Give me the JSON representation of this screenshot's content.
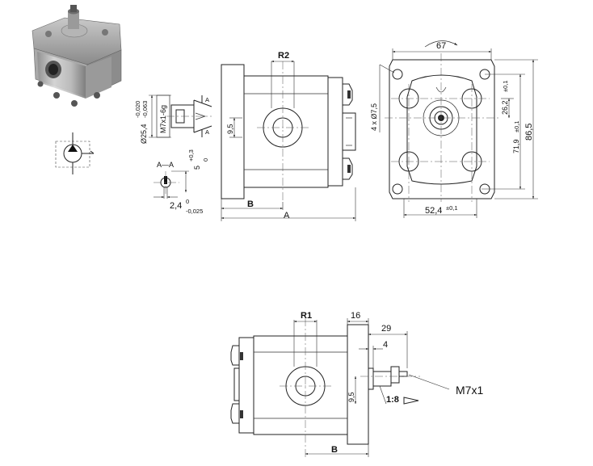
{
  "photo_title": "",
  "symbol": {
    "name": "hydraulic-pump-symbol"
  },
  "shaft_detail": {
    "diameter": "Ø25,4",
    "diameter_tol_upper": "-0,020",
    "diameter_tol_lower": "-0,063",
    "thread": "M7x1-6g",
    "section_mark": "A",
    "section_label": "A—A",
    "key_height": "5",
    "key_tol_upper": "+0,3",
    "key_tol_lower": "0",
    "key_width": "2,4",
    "key_width_tol_upper": "0",
    "key_width_tol_lower": "-0,025"
  },
  "side_view": {
    "port_label": "R2",
    "shaft_height": "9,5",
    "dim_b": "B",
    "dim_a": "A"
  },
  "front_view": {
    "width_top": "67",
    "holes": "4 x Ø7,5",
    "dim_26": "26,2",
    "dim_26_tol": "±0,1",
    "dim_71": "71,9",
    "dim_71_tol": "±0,1",
    "height": "86,5",
    "bottom": "52,4",
    "bottom_tol": "±0,1"
  },
  "rear_view": {
    "port_label": "R1",
    "flange": "16",
    "shaft_len": "29",
    "key_len": "4",
    "shaft_height": "9,5",
    "taper": "1:8",
    "thread": "M7x1",
    "dim_b": "B"
  }
}
